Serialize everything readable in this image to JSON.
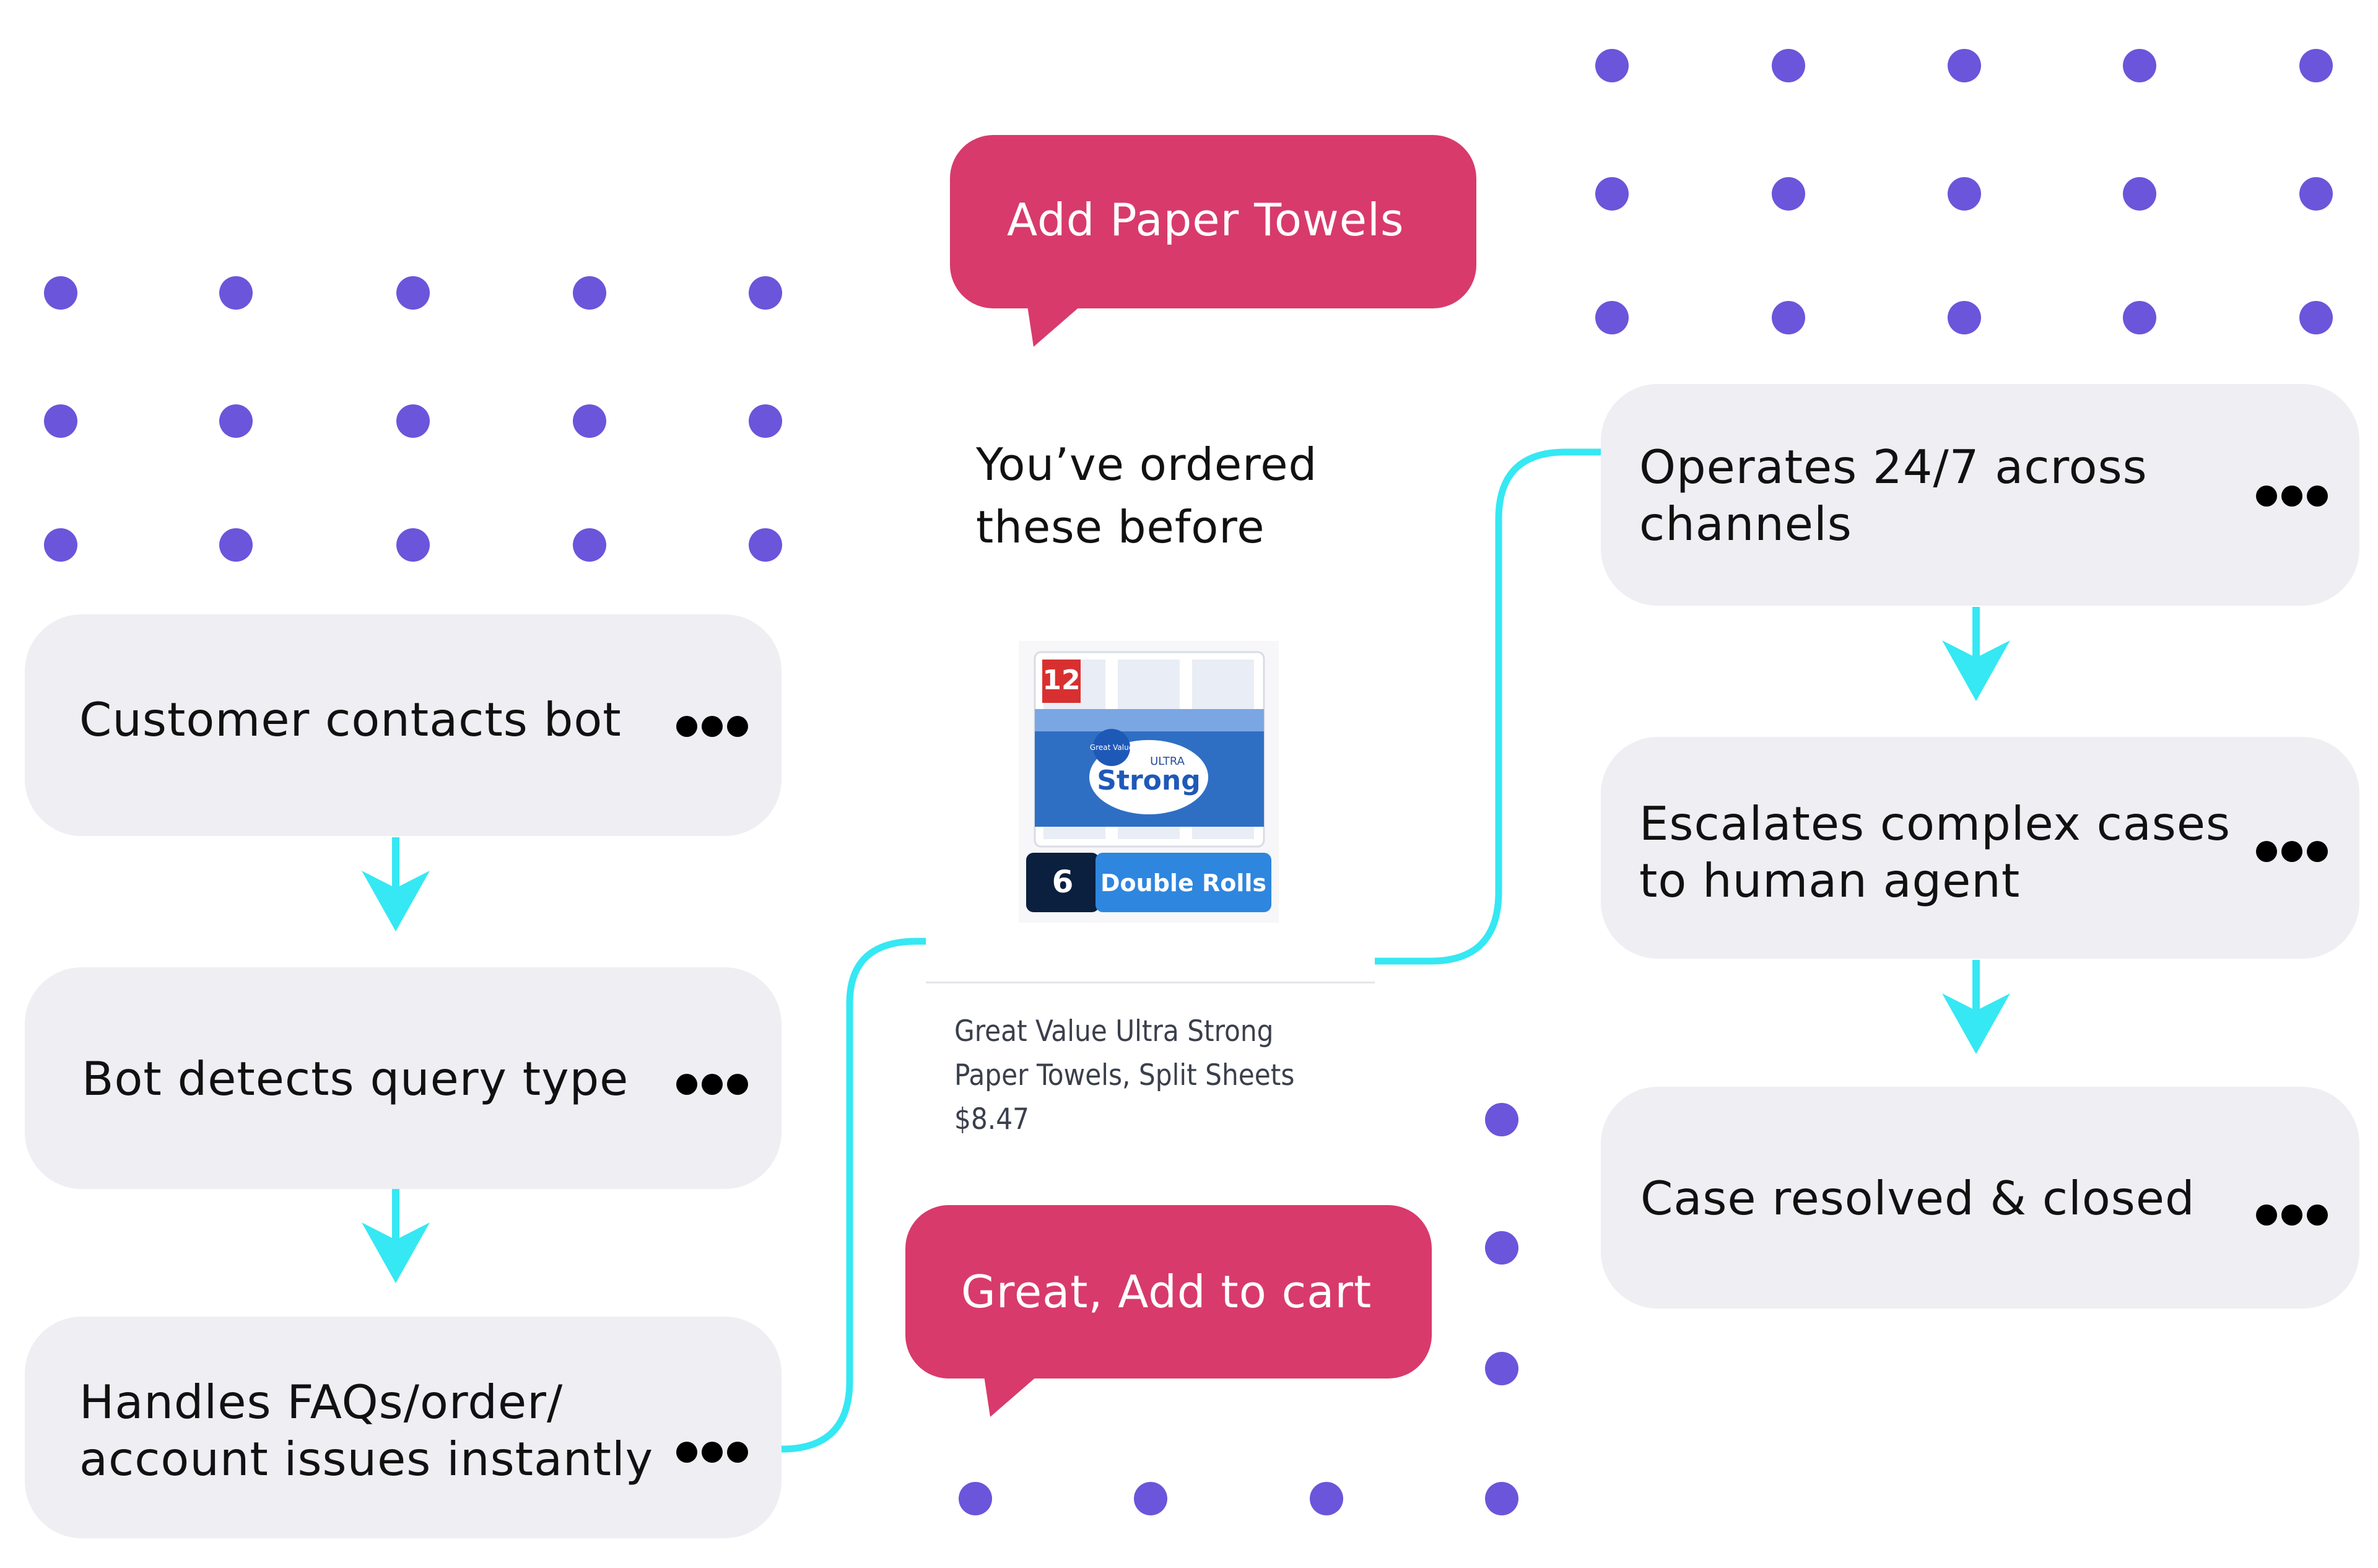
{
  "accent_colors": {
    "dots": "#6B55DB",
    "bubble": "#D83A6C",
    "connector": "#35E8F3",
    "card": "#EEEEF3"
  },
  "flow_left": [
    {
      "label": "Customer contacts bot",
      "menu_icon": "more-dots-icon"
    },
    {
      "label": "Bot detects query type",
      "menu_icon": "more-dots-icon"
    },
    {
      "label": "Handles FAQs/order/ account issues instantly",
      "menu_icon": "more-dots-icon"
    }
  ],
  "flow_right": [
    {
      "label": "Operates 24/7 across channels",
      "menu_icon": "more-dots-icon"
    },
    {
      "label": "Escalates complex cases to human agent",
      "menu_icon": "more-dots-icon"
    },
    {
      "label": "Case resolved & closed",
      "menu_icon": "more-dots-icon"
    }
  ],
  "chat": {
    "user_message_1": "Add Paper Towels",
    "bot_message": "You’ve ordered these before",
    "product": {
      "pack_count": "12",
      "brand_badge": "Great Value",
      "product_line": "ULTRA",
      "product_name_on_pack": "Strong",
      "roll_count": "6",
      "roll_type": "Double Rolls",
      "title_line_1": "Great Value Ultra Strong",
      "title_line_2": "Paper Towels, Split Sheets",
      "price": "$8.47"
    },
    "user_message_2": "Great, Add to cart"
  }
}
